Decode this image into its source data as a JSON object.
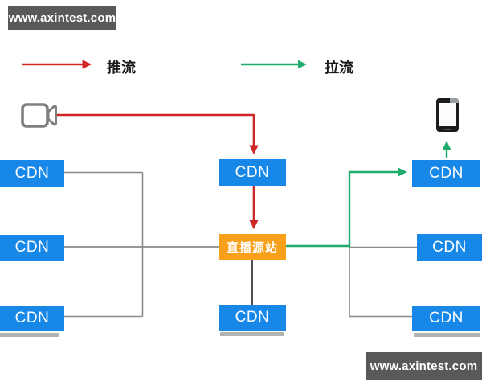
{
  "watermarks": {
    "top_left": "www.axintest.com",
    "bottom_right": "www.axintest.com"
  },
  "legend": {
    "push": {
      "label": "推流",
      "color": "#cf2725"
    },
    "pull": {
      "label": "拉流",
      "color": "#1fad6e"
    }
  },
  "devices": {
    "camera_icon": "video-camera-icon",
    "phone_icon": "smartphone-icon"
  },
  "nodes": {
    "left_top": {
      "label": "CDN"
    },
    "left_middle": {
      "label": "CDN"
    },
    "left_bottom": {
      "label": "CDN"
    },
    "middle_top": {
      "label": "CDN"
    },
    "origin": {
      "label": "直播源站"
    },
    "middle_bottom": {
      "label": "CDN"
    },
    "right_top": {
      "label": "CDN"
    },
    "right_middle": {
      "label": "CDN"
    },
    "right_bottom": {
      "label": "CDN"
    }
  },
  "colors": {
    "cdn_blue": "#1787e8",
    "origin_orange": "#f9a01b",
    "push_red": "#cf2725",
    "pull_green": "#1fad6e",
    "connector_gray": "#8a8a8a",
    "badge_gray": "#59595b"
  }
}
